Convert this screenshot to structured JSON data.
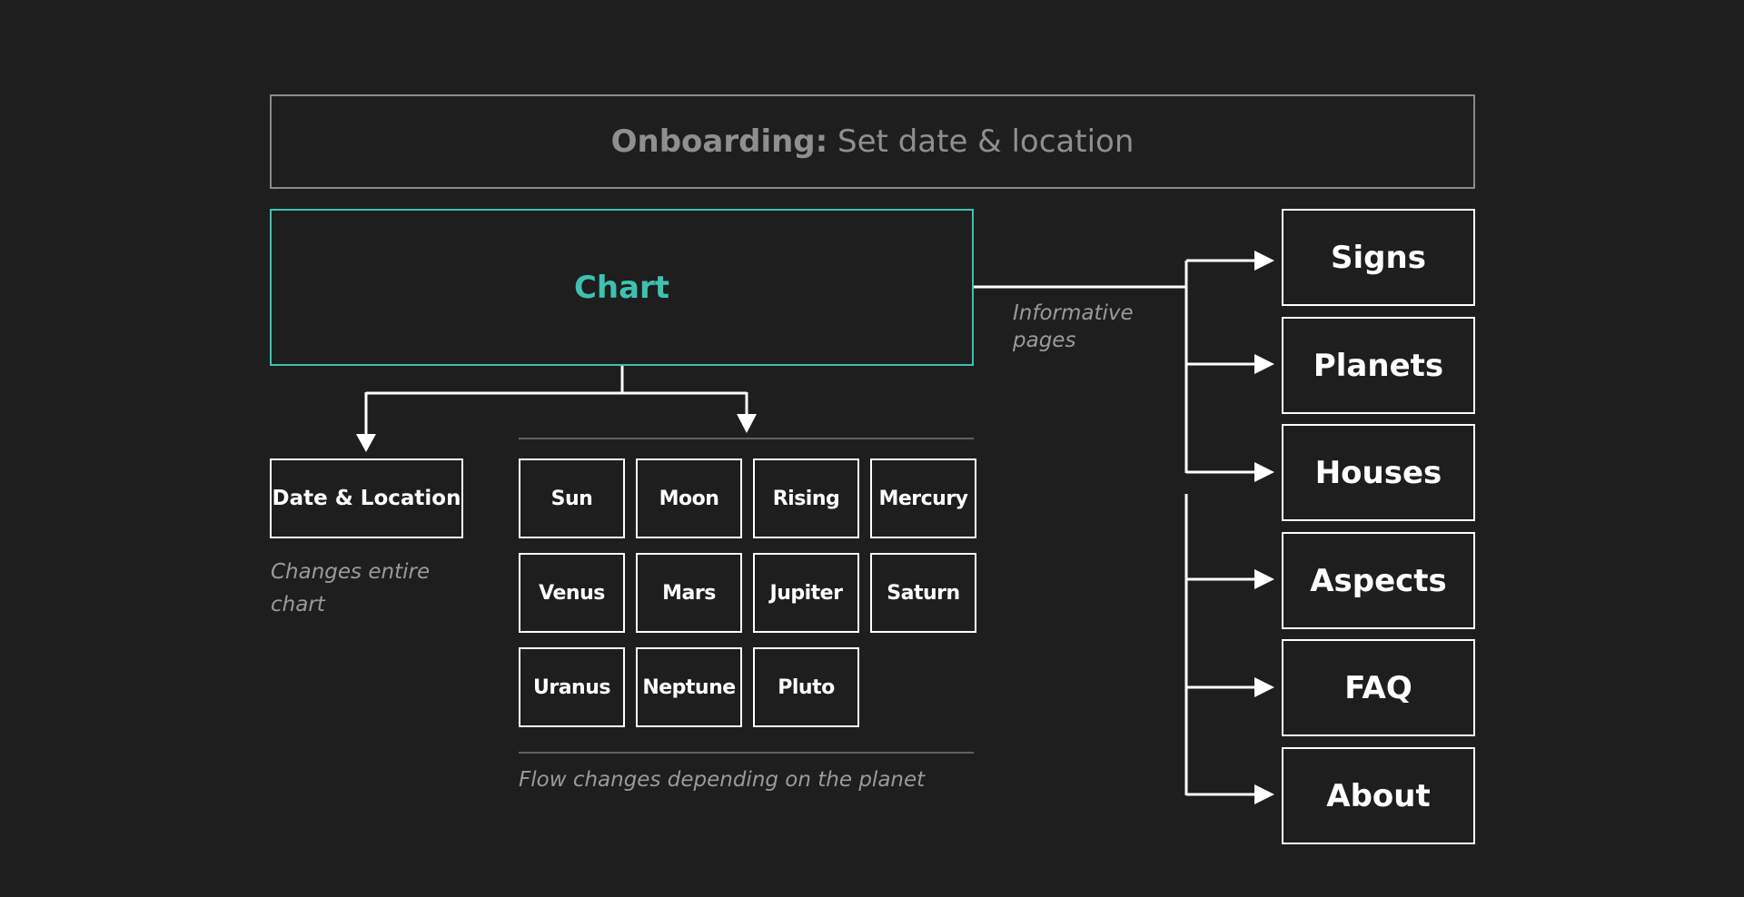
{
  "onboarding": {
    "bold": "Onboarding:",
    "rest": " Set date & location"
  },
  "chart": {
    "label": "Chart"
  },
  "date_location": {
    "label": "Date & Location",
    "note": "Changes entire chart"
  },
  "planets": [
    "Sun",
    "Moon",
    "Rising",
    "Mercury",
    "Venus",
    "Mars",
    "Jupiter",
    "Saturn",
    "Uranus",
    "Neptune",
    "Pluto"
  ],
  "planets_note": "Flow changes depending on the planet",
  "informative_label": "Informative pages",
  "pages": [
    "Signs",
    "Planets",
    "Houses",
    "Aspects",
    "FAQ",
    "About"
  ],
  "colors": {
    "background": "#1e1e1e",
    "accent": "#3ec1b1",
    "line": "#ffffff",
    "muted_border": "#8a8a8a",
    "muted_text": "#9a9a9a"
  }
}
